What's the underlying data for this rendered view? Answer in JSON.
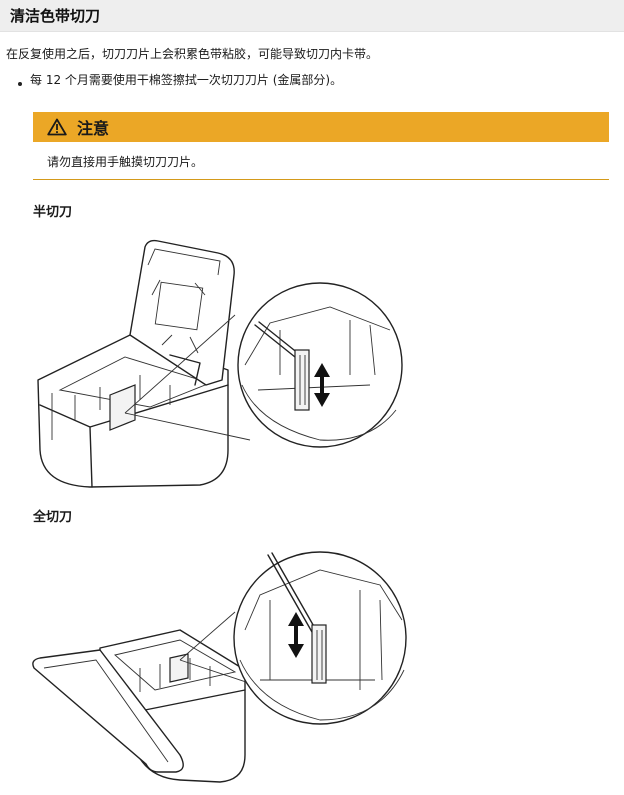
{
  "page": {
    "title": "清洁色带切刀",
    "intro": "在反复使用之后，切刀刀片上会积累色带粘胶，可能导致切刀内卡带。",
    "bullet": "每 12 个月需要使用干棉签擦拭一次切刀刀片 (金属部分)。"
  },
  "caution": {
    "label": "注意",
    "text": "请勿直接用手触摸切刀刀片。",
    "accent": "#EBA726"
  },
  "sections": {
    "half_cut": "半切刀",
    "full_cut": "全切刀"
  },
  "icons": {
    "warning": "warning-triangle-icon",
    "bullet": "bullet-dot-icon"
  }
}
